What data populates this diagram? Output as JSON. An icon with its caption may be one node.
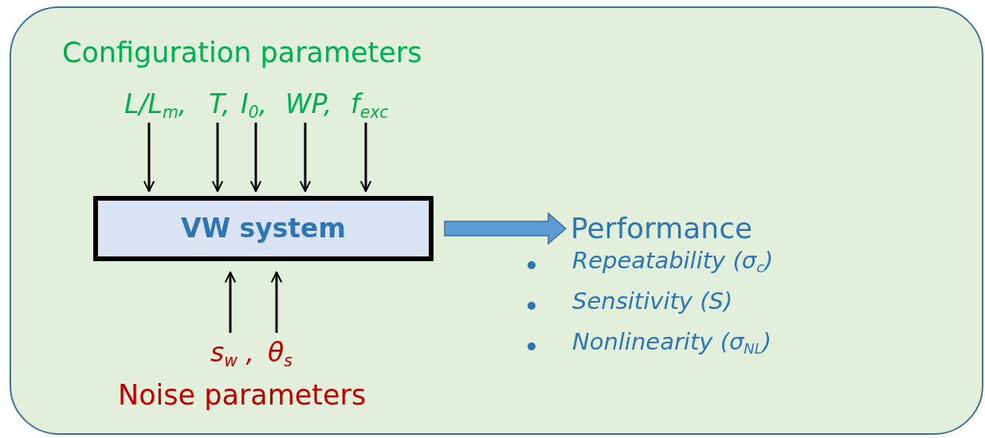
{
  "diagram": {
    "nodes": [
      {
        "text": [],
        "shape": "box"
      },
      {
        "text": [
          "VW system"
        ],
        "in": 0
      },
      {
        "text": [
          "L/L$_{m}$,"
        ],
        "in": 0
      },
      {
        "text": [
          "T,"
        ],
        "in": 0
      },
      {
        "text": [
          "I$_{0}$,"
        ],
        "in": 0
      },
      {
        "text": [
          "WP,"
        ],
        "in": 0
      },
      {
        "text": [
          "f$_{exc}$"
        ],
        "in": 0
      },
      {
        "text": [
          "s$_{w}$ ,"
        ],
        "in": 0
      },
      {
        "text": [
          "θ$_{s}$"
        ],
        "in": 0
      },
      {
        "text": [
          "Performance",
          "Repeatability (σ$_{c}$)",
          "Sensitivity (S)",
          "Nonlinearity (σ$_{NL}$)"
        ],
        "in": 0
      }
    ],
    "edges": [
      {
        "from": 2,
        "to": 1,
        "arrow": "to"
      },
      {
        "from": 3,
        "to": 1,
        "arrow": "to"
      },
      {
        "from": 4,
        "to": 1,
        "arrow": "to"
      },
      {
        "from": 5,
        "to": 1,
        "arrow": "to"
      },
      {
        "from": 6,
        "to": 1,
        "arrow": "to"
      },
      {
        "from": 7,
        "to": 1,
        "arrow": "to"
      },
      {
        "from": 8,
        "to": 1,
        "arrow": "to"
      },
      {
        "from": 1,
        "to": 9,
        "arrow": "to",
        "style": "thick",
        "color": "#5b9bd5"
      }
    ],
    "labels": [
      "Configuration parameters",
      "Noise parameters"
    ]
  }
}
